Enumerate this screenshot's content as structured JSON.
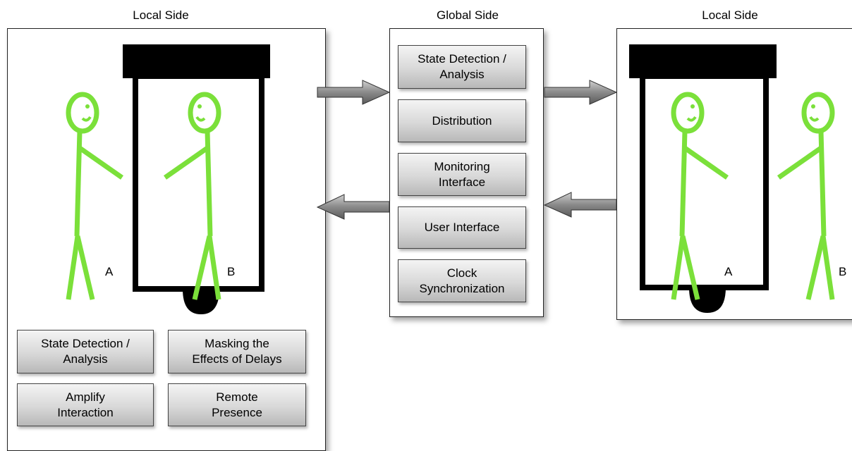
{
  "titles": {
    "left": "Local Side",
    "center": "Global Side",
    "right": "Local Side"
  },
  "global_modules": [
    "State Detection /\nAnalysis",
    "Distribution",
    "Monitoring\nInterface",
    "User Interface",
    "Clock\nSynchronization"
  ],
  "local_modules": [
    "State Detection /\nAnalysis",
    "Masking the\nEffects of Delays",
    "Amplify\nInteraction",
    "Remote\nPresence"
  ],
  "person_labels": {
    "left_a": "A",
    "left_b": "B",
    "right_a": "A",
    "right_b": "B"
  },
  "colors": {
    "figure": "#7be03a",
    "display_frame": "#000000"
  }
}
